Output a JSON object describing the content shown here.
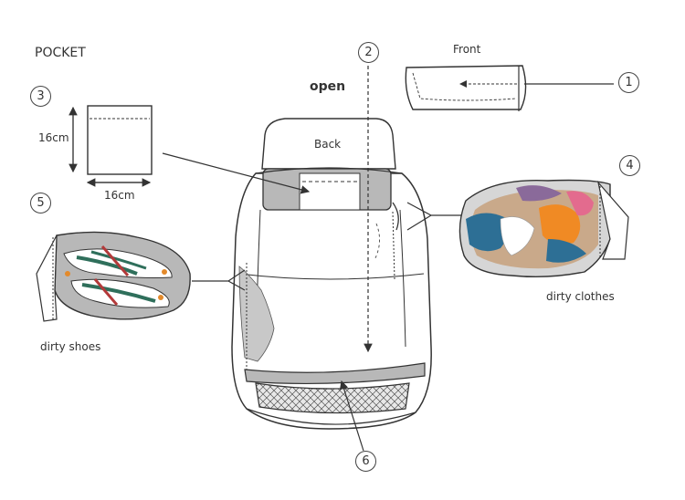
{
  "labels": {
    "pocket": "POCKET",
    "open": "open",
    "front": "Front",
    "back": "Back",
    "height": "16cm",
    "width": "16cm",
    "dirty_clothes": "dirty clothes",
    "dirty_shoes": "dirty shoes"
  },
  "markers": [
    "1",
    "2",
    "3",
    "4",
    "5",
    "6"
  ],
  "colors": {
    "line": "#333333",
    "panel_gray": "#b8b8b8",
    "light_gray": "#d6d6d6",
    "shoe_green": "#2f6f5b",
    "shoe_orange": "#e38a2b",
    "shoe_red": "#b33a3a",
    "cloth_blue": "#2d6f95",
    "cloth_orange": "#f08a24",
    "cloth_pink": "#e36b8e",
    "cloth_tan": "#c9a98a"
  }
}
